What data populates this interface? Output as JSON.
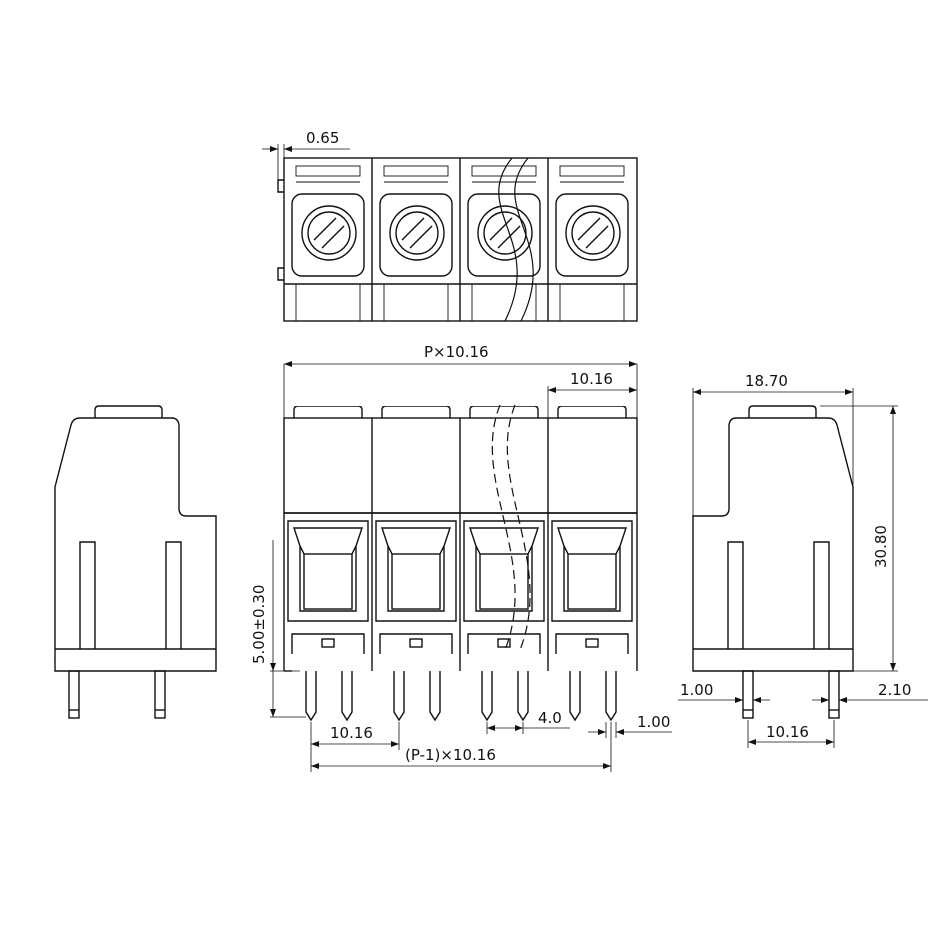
{
  "dimensions": {
    "top_offset": "0.65",
    "overall_width": "P×10.16",
    "pitch_top": "10.16",
    "pitch_bottom": "10.16",
    "pin_span": "(P-1)×10.16",
    "pin_offset": "4.0",
    "pin_width_front": "1.00",
    "pin_height": "5.00±0.30",
    "side_width": "18.70",
    "side_height": "30.80",
    "side_pin_width": "1.00",
    "side_pin_offset": "2.10",
    "side_pitch": "10.16"
  }
}
